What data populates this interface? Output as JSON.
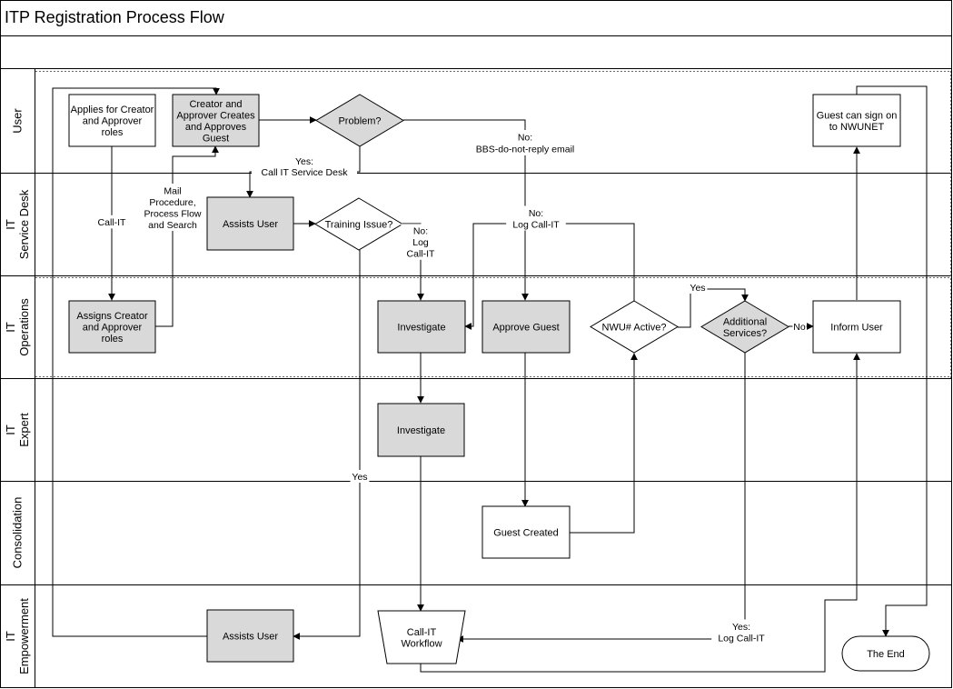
{
  "title": "ITP Registration Process Flow",
  "lanes": [
    {
      "id": "user",
      "lines": [
        "User"
      ]
    },
    {
      "id": "it-service-desk",
      "lines": [
        "IT",
        "Service Desk"
      ]
    },
    {
      "id": "it-operations",
      "lines": [
        "IT",
        "Operations"
      ]
    },
    {
      "id": "it-expert",
      "lines": [
        "IT",
        "Expert"
      ]
    },
    {
      "id": "consolidation",
      "lines": [
        "Consolidation"
      ]
    },
    {
      "id": "it-empowerment",
      "lines": [
        "IT",
        "Empowerment"
      ]
    }
  ],
  "nodes": [
    {
      "id": "applies-roles",
      "shape": "process",
      "fill": "#ffffff",
      "lines": [
        "Applies for Creator",
        "and Approver",
        "roles"
      ]
    },
    {
      "id": "creator-approver-creates",
      "shape": "process",
      "fill": "#d9d9d9",
      "lines": [
        "Creator and",
        "Approver Creates",
        "and Approves",
        "Guest"
      ]
    },
    {
      "id": "problem",
      "shape": "decision",
      "fill": "#d9d9d9",
      "lines": [
        "Problem?"
      ]
    },
    {
      "id": "guest-sign-on",
      "shape": "process",
      "fill": "#ffffff",
      "lines": [
        "Guest can sign on",
        "to NWUNET"
      ]
    },
    {
      "id": "assists-user-sd",
      "shape": "process",
      "fill": "#d9d9d9",
      "lines": [
        "Assists User"
      ]
    },
    {
      "id": "training-issue",
      "shape": "decision",
      "fill": "#ffffff",
      "lines": [
        "Training Issue?"
      ]
    },
    {
      "id": "assigns-roles",
      "shape": "process",
      "fill": "#d9d9d9",
      "lines": [
        "Assigns Creator",
        "and Approver",
        "roles"
      ]
    },
    {
      "id": "investigate-ops",
      "shape": "process",
      "fill": "#d9d9d9",
      "lines": [
        "Investigate"
      ]
    },
    {
      "id": "approve-guest",
      "shape": "process",
      "fill": "#d9d9d9",
      "lines": [
        "Approve Guest"
      ]
    },
    {
      "id": "nwu-active",
      "shape": "decision",
      "fill": "#ffffff",
      "lines": [
        "NWU# Active?"
      ]
    },
    {
      "id": "additional-services",
      "shape": "decision",
      "fill": "#d9d9d9",
      "lines": [
        "Additional",
        "Services?"
      ]
    },
    {
      "id": "inform-user",
      "shape": "process",
      "fill": "#ffffff",
      "lines": [
        "Inform User"
      ]
    },
    {
      "id": "investigate-expert",
      "shape": "process",
      "fill": "#d9d9d9",
      "lines": [
        "Investigate"
      ]
    },
    {
      "id": "guest-created",
      "shape": "process",
      "fill": "#ffffff",
      "lines": [
        "Guest Created"
      ]
    },
    {
      "id": "assists-user-emp",
      "shape": "process",
      "fill": "#d9d9d9",
      "lines": [
        "Assists User"
      ]
    },
    {
      "id": "call-it-workflow",
      "shape": "trapezoid",
      "fill": "#ffffff",
      "lines": [
        "Call-IT",
        "Workflow"
      ]
    },
    {
      "id": "the-end",
      "shape": "terminator",
      "fill": "#ffffff",
      "lines": [
        "The End"
      ]
    }
  ],
  "edge_labels": [
    {
      "id": "call-it",
      "lines": [
        "Call-IT"
      ]
    },
    {
      "id": "mail-procedure",
      "lines": [
        "Mail",
        "Procedure,",
        "Process Flow",
        "and Search"
      ]
    },
    {
      "id": "yes-call-sd",
      "lines": [
        "Yes:",
        "Call IT Service Desk"
      ]
    },
    {
      "id": "no-bbs",
      "lines": [
        "No:",
        "BBS-do-not-reply email"
      ]
    },
    {
      "id": "no-log-call-it-training",
      "lines": [
        "No:",
        "Log",
        "Call-IT"
      ]
    },
    {
      "id": "no-log-call-it-nwu",
      "lines": [
        "No:",
        "Log Call-IT"
      ]
    },
    {
      "id": "yes-additional",
      "lines": [
        "Yes"
      ]
    },
    {
      "id": "no-inform",
      "lines": [
        "No"
      ]
    },
    {
      "id": "yes-training",
      "lines": [
        "Yes"
      ]
    },
    {
      "id": "yes-log-call-it",
      "lines": [
        "Yes:",
        "Log Call-IT"
      ]
    }
  ]
}
